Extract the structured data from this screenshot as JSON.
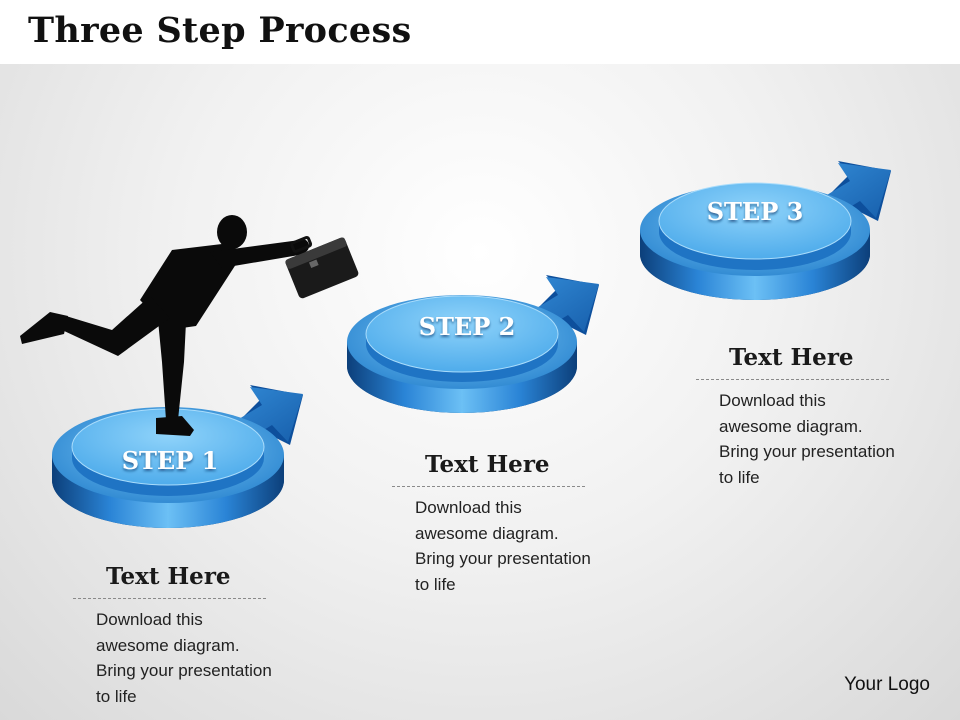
{
  "title": "Three Step Process",
  "colors": {
    "accent": "#1E6FC4",
    "disc_top": "#5AB6F2",
    "text": "#111111"
  },
  "steps": [
    {
      "label": "STEP 1",
      "heading": "Text Here",
      "body": "Download this\nawesome  diagram.\nBring your presentation\nto life"
    },
    {
      "label": "STEP 2",
      "heading": "Text Here",
      "body": "Download this\nawesome  diagram.\nBring your presentation\nto life"
    },
    {
      "label": "STEP 3",
      "heading": "Text Here",
      "body": "Download this\nawesome  diagram.\nBring your presentation\nto life"
    }
  ],
  "logo": "Your Logo"
}
